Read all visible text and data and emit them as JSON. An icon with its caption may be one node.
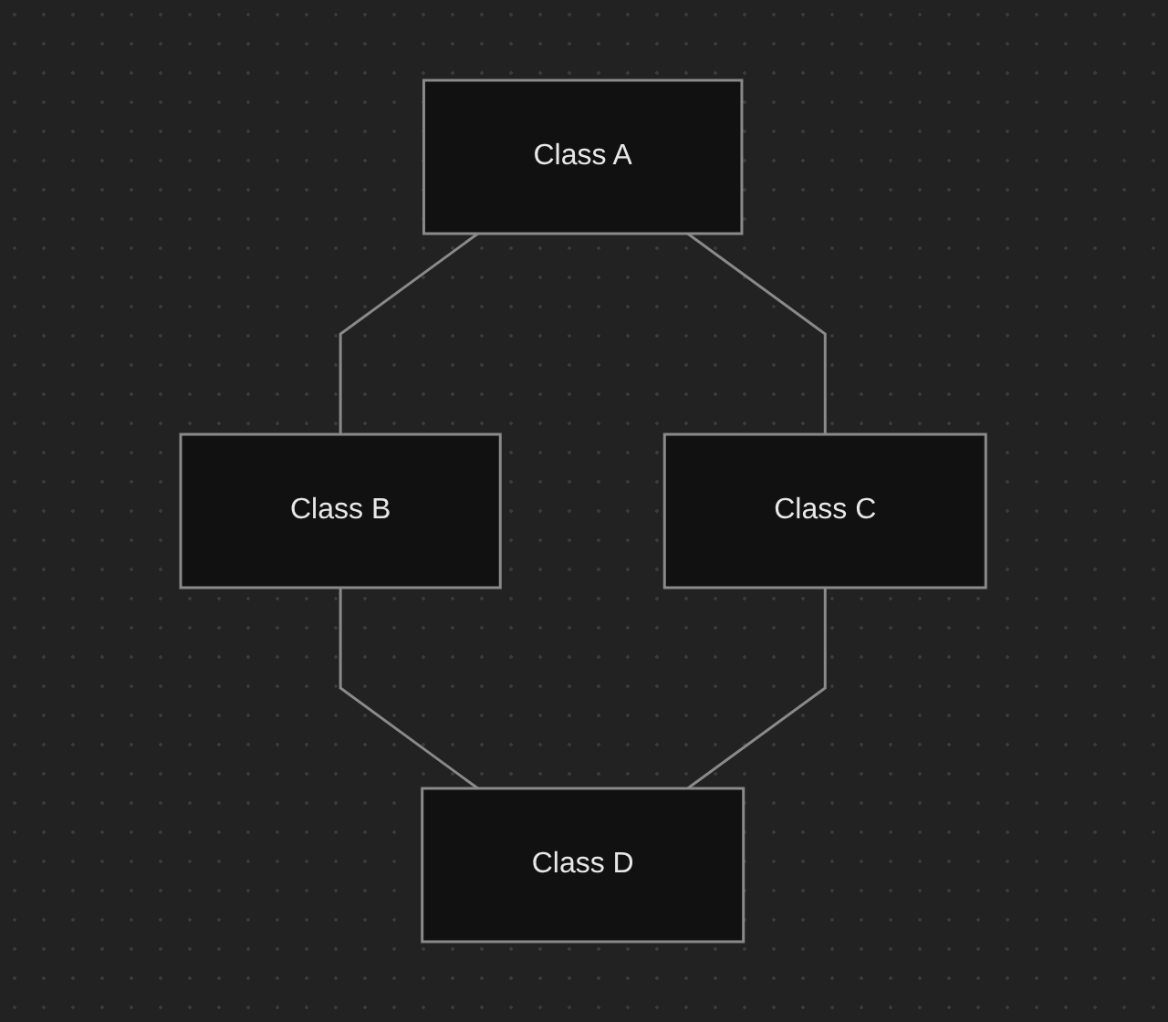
{
  "diagram": {
    "nodes": [
      {
        "text": [
          "Class A"
        ]
      },
      {
        "text": [
          "Class B"
        ]
      },
      {
        "text": [
          "Class C"
        ]
      },
      {
        "text": [
          "Class D"
        ]
      }
    ],
    "edges": [
      {
        "from": 0,
        "to": 1,
        "arrow": "none"
      },
      {
        "from": 0,
        "to": 2,
        "arrow": "none"
      },
      {
        "from": 1,
        "to": 3,
        "arrow": "none"
      },
      {
        "from": 2,
        "to": 3,
        "arrow": "none"
      }
    ]
  }
}
